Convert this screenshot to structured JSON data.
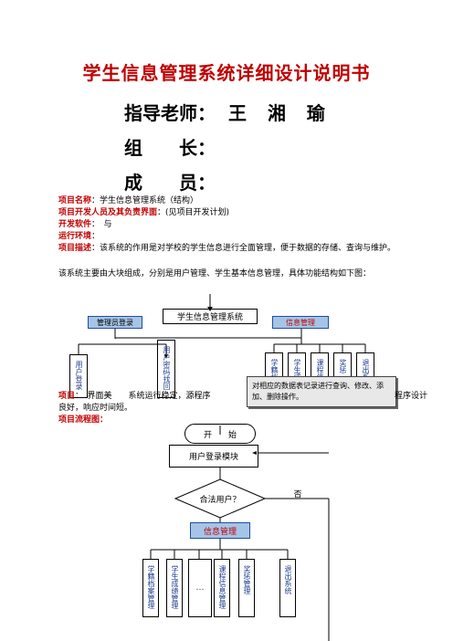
{
  "doc": {
    "title": "学生信息管理系统详细设计说明书",
    "advisor_label": "指导老师：",
    "advisor_name": "王 湘 瑜",
    "leader_label": "组　　长：",
    "members_label": "成　　员："
  },
  "info": {
    "project_name_label": "项目名称",
    "project_name_value": "：学生信息管理系统（结构）",
    "developers_label": "项目开发人员及其负责界面",
    "developers_value": "：(见项目开发计划)",
    "software_label": "开发软件",
    "software_value": "：　与",
    "env_label": "运行环境",
    "env_value": "：",
    "desc_label": "项目描述",
    "desc_value": "：该系统的作用是对学校的学生信息进行全面管理，便于数据的存储、查询与维护。",
    "desc_para2": "该系统主要由大块组成，分别是用户管理、学生基本信息管理，具体功能结构如下图：",
    "feature_label": "项目",
    "feature_value": "：　界面美　　系统运行稳定，源程序",
    "feature_value_tail": "程序设计",
    "feature_line2": "良好，响应时间短。",
    "flow_label": "项目流程图",
    "flow_value": "："
  },
  "structure": {
    "root": "学生信息管理系统",
    "left": "管理员登录",
    "right": "信息管理",
    "left_children": [
      "用户登录",
      "用户密码找回"
    ],
    "right_children": [
      "学籍档案",
      "学生成绩",
      "课程信息",
      "奖惩",
      "退出系统"
    ],
    "tooltip": "对相应的数据表记录进行查询、修改、添加、删除操作。"
  },
  "flow": {
    "start": "开　　始",
    "login": "用户登录模块",
    "decision": "合法用户？",
    "no": "否",
    "manage": "信息管理",
    "children": [
      "学籍档案管理",
      "学生成绩管理",
      "…",
      "课程信息管理",
      "奖惩管理",
      "退出系统"
    ]
  },
  "colors": {
    "accent_red": "#c00000",
    "box_blue": "#a6c4e6",
    "box_border": "#1f4e9d"
  }
}
